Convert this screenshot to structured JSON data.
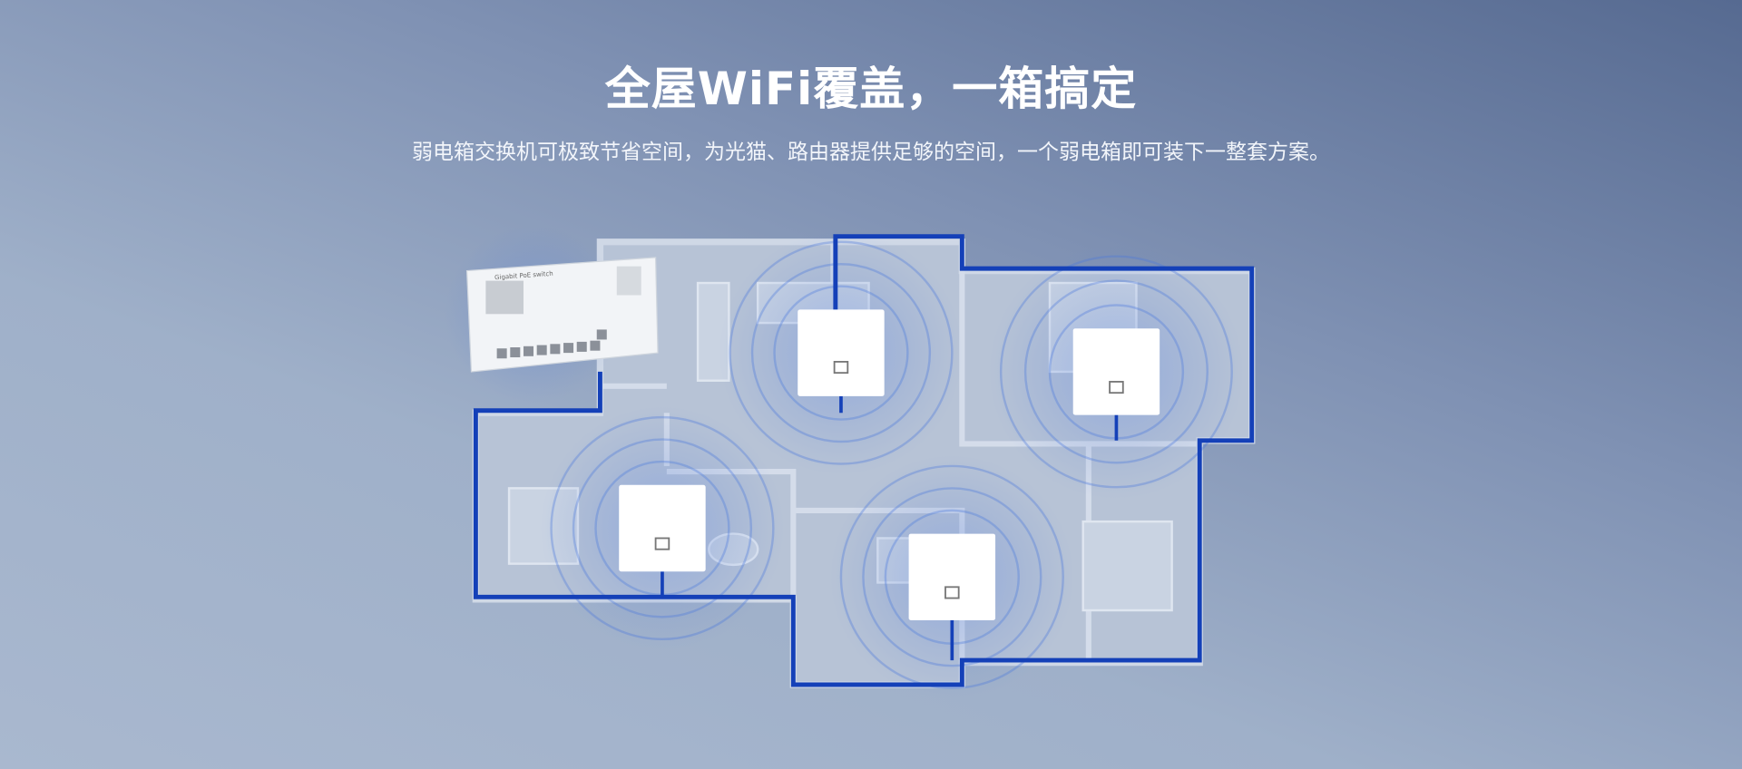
{
  "header": {
    "title": "全屋WiFi覆盖，一箱搞定",
    "subtitle": "弱电箱交换机可极致节省空间，为光猫、路由器提供足够的空间，一个弱电箱即可装下一整套方案。"
  },
  "switch": {
    "label": "Gigabit PoE switch"
  },
  "colors": {
    "cable": "#1440b8",
    "ripple": "#3a6ad8"
  }
}
